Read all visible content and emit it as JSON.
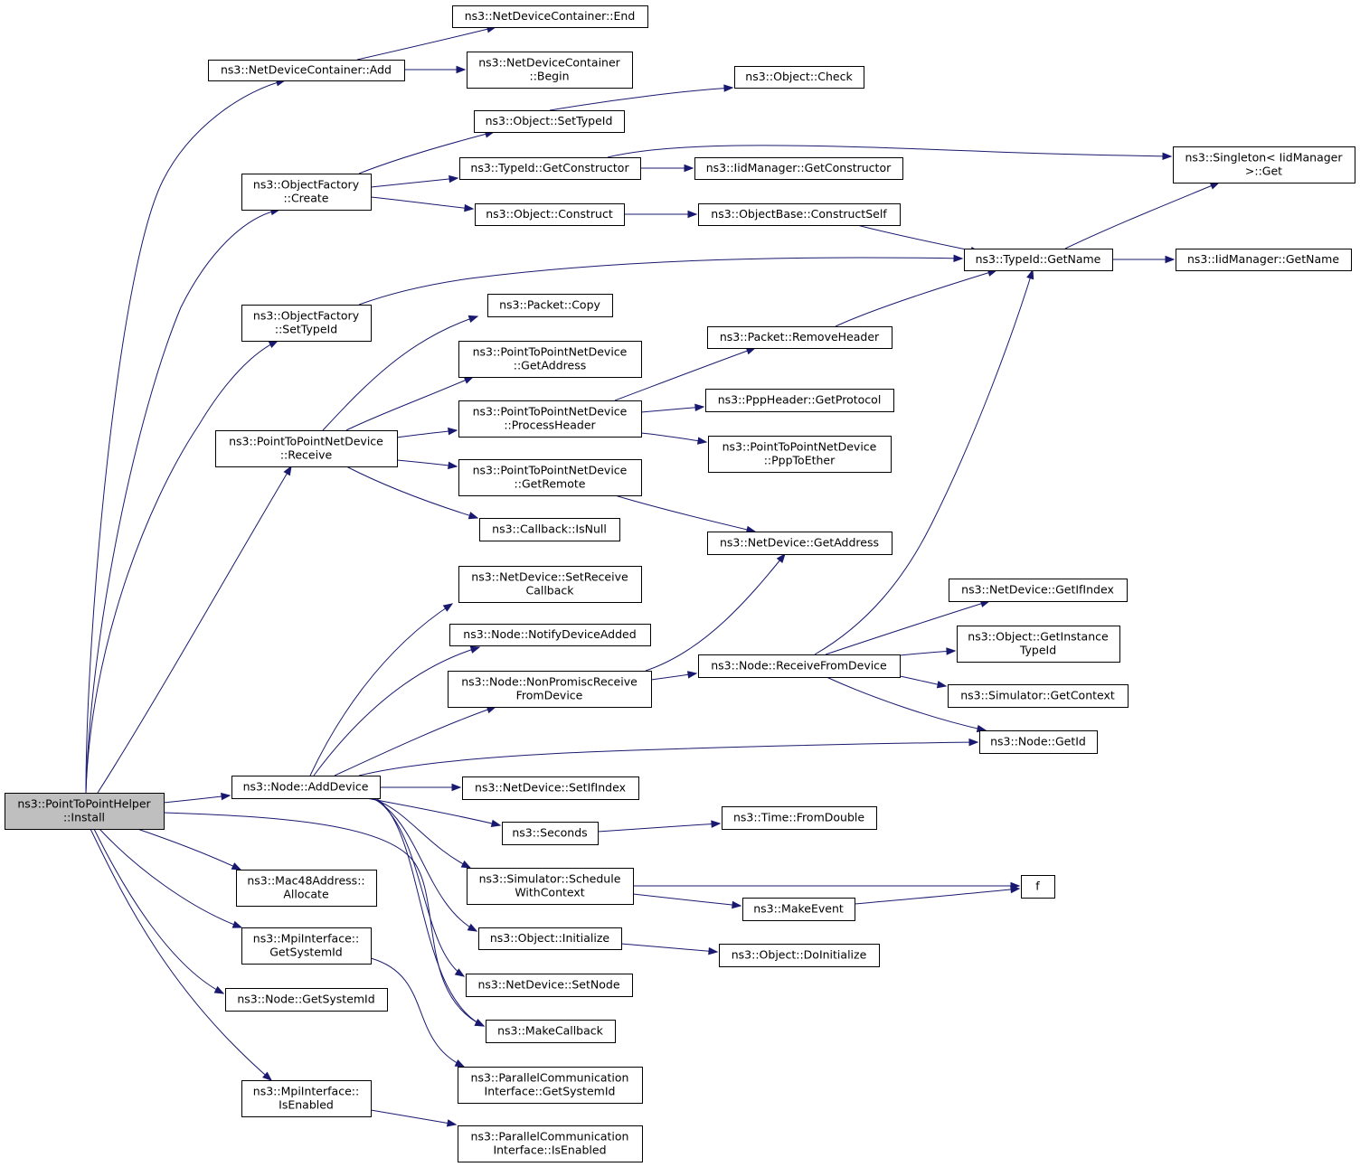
{
  "colors": {
    "edge": "#191970",
    "root_fill": "#bfbfbf",
    "node_fill": "#ffffff",
    "node_border": "#000000",
    "truncated_border": "#ff0000"
  },
  "nodes": [
    {
      "id": "install",
      "lines": [
        "ns3::PointToPointHelper",
        "::Install"
      ],
      "kind": "root"
    },
    {
      "id": "ndc_add",
      "lines": [
        "ns3::NetDeviceContainer::Add"
      ],
      "kind": "normal"
    },
    {
      "id": "ndc_end",
      "lines": [
        "ns3::NetDeviceContainer::End"
      ],
      "kind": "normal"
    },
    {
      "id": "ndc_begin",
      "lines": [
        "ns3::NetDeviceContainer",
        "::Begin"
      ],
      "kind": "normal"
    },
    {
      "id": "obj_check",
      "lines": [
        "ns3::Object::Check"
      ],
      "kind": "truncated"
    },
    {
      "id": "obj_settypeid",
      "lines": [
        "ns3::Object::SetTypeId"
      ],
      "kind": "normal"
    },
    {
      "id": "of_create",
      "lines": [
        "ns3::ObjectFactory",
        "::Create"
      ],
      "kind": "normal"
    },
    {
      "id": "tid_getctor",
      "lines": [
        "ns3::TypeId::GetConstructor"
      ],
      "kind": "normal"
    },
    {
      "id": "iid_getctor",
      "lines": [
        "ns3::IidManager::GetConstructor"
      ],
      "kind": "truncated"
    },
    {
      "id": "singleton_get",
      "lines": [
        "ns3::Singleton< IidManager",
        ">::Get"
      ],
      "kind": "normal"
    },
    {
      "id": "obj_construct",
      "lines": [
        "ns3::Object::Construct"
      ],
      "kind": "normal"
    },
    {
      "id": "ob_constructself",
      "lines": [
        "ns3::ObjectBase::ConstructSelf"
      ],
      "kind": "truncated"
    },
    {
      "id": "tid_getname",
      "lines": [
        "ns3::TypeId::GetName"
      ],
      "kind": "normal"
    },
    {
      "id": "iid_getname",
      "lines": [
        "ns3::IidManager::GetName"
      ],
      "kind": "truncated"
    },
    {
      "id": "of_settypeid",
      "lines": [
        "ns3::ObjectFactory",
        "::SetTypeId"
      ],
      "kind": "normal"
    },
    {
      "id": "pkt_copy",
      "lines": [
        "ns3::Packet::Copy"
      ],
      "kind": "normal"
    },
    {
      "id": "pkt_removeheader",
      "lines": [
        "ns3::Packet::RemoveHeader"
      ],
      "kind": "truncated"
    },
    {
      "id": "p2p_getaddress",
      "lines": [
        "ns3::PointToPointNetDevice",
        "::GetAddress"
      ],
      "kind": "normal"
    },
    {
      "id": "p2p_processheader",
      "lines": [
        "ns3::PointToPointNetDevice",
        "::ProcessHeader"
      ],
      "kind": "normal"
    },
    {
      "id": "ppp_getprotocol",
      "lines": [
        "ns3::PppHeader::GetProtocol"
      ],
      "kind": "normal"
    },
    {
      "id": "p2p_receive",
      "lines": [
        "ns3::PointToPointNetDevice",
        "::Receive"
      ],
      "kind": "normal"
    },
    {
      "id": "p2p_ppptoether",
      "lines": [
        "ns3::PointToPointNetDevice",
        "::PppToEther"
      ],
      "kind": "normal"
    },
    {
      "id": "p2p_getremote",
      "lines": [
        "ns3::PointToPointNetDevice",
        "::GetRemote"
      ],
      "kind": "normal"
    },
    {
      "id": "cb_isnull",
      "lines": [
        "ns3::Callback::IsNull"
      ],
      "kind": "normal"
    },
    {
      "id": "nd_getaddress",
      "lines": [
        "ns3::NetDevice::GetAddress"
      ],
      "kind": "normal"
    },
    {
      "id": "nd_setreceivecb",
      "lines": [
        "ns3::NetDevice::SetReceive",
        "Callback"
      ],
      "kind": "normal"
    },
    {
      "id": "nd_getifindex",
      "lines": [
        "ns3::NetDevice::GetIfIndex"
      ],
      "kind": "normal"
    },
    {
      "id": "node_notify",
      "lines": [
        "ns3::Node::NotifyDeviceAdded"
      ],
      "kind": "normal"
    },
    {
      "id": "obj_getinstancetid",
      "lines": [
        "ns3::Object::GetInstance",
        "TypeId"
      ],
      "kind": "normal"
    },
    {
      "id": "node_nonpromisc",
      "lines": [
        "ns3::Node::NonPromiscReceive",
        "FromDevice"
      ],
      "kind": "normal"
    },
    {
      "id": "node_recvfromdev",
      "lines": [
        "ns3::Node::ReceiveFromDevice"
      ],
      "kind": "truncated"
    },
    {
      "id": "sim_getcontext",
      "lines": [
        "ns3::Simulator::GetContext"
      ],
      "kind": "truncated"
    },
    {
      "id": "node_getid",
      "lines": [
        "ns3::Node::GetId"
      ],
      "kind": "normal"
    },
    {
      "id": "node_adddevice",
      "lines": [
        "ns3::Node::AddDevice"
      ],
      "kind": "normal"
    },
    {
      "id": "nd_setifindex",
      "lines": [
        "ns3::NetDevice::SetIfIndex"
      ],
      "kind": "normal"
    },
    {
      "id": "seconds",
      "lines": [
        "ns3::Seconds"
      ],
      "kind": "normal"
    },
    {
      "id": "time_fromdouble",
      "lines": [
        "ns3::Time::FromDouble"
      ],
      "kind": "truncated"
    },
    {
      "id": "mac48_allocate",
      "lines": [
        "ns3::Mac48Address::",
        "Allocate"
      ],
      "kind": "normal"
    },
    {
      "id": "sim_schedctx",
      "lines": [
        "ns3::Simulator::Schedule",
        "WithContext"
      ],
      "kind": "normal"
    },
    {
      "id": "f",
      "lines": [
        "f"
      ],
      "kind": "normal"
    },
    {
      "id": "makeevent",
      "lines": [
        "ns3::MakeEvent"
      ],
      "kind": "normal"
    },
    {
      "id": "mpi_getsysid",
      "lines": [
        "ns3::MpiInterface::",
        "GetSystemId"
      ],
      "kind": "normal"
    },
    {
      "id": "obj_initialize",
      "lines": [
        "ns3::Object::Initialize"
      ],
      "kind": "normal"
    },
    {
      "id": "obj_doinitialize",
      "lines": [
        "ns3::Object::DoInitialize"
      ],
      "kind": "normal"
    },
    {
      "id": "node_getsysid",
      "lines": [
        "ns3::Node::GetSystemId"
      ],
      "kind": "normal"
    },
    {
      "id": "nd_setnode",
      "lines": [
        "ns3::NetDevice::SetNode"
      ],
      "kind": "normal"
    },
    {
      "id": "makecallback",
      "lines": [
        "ns3::MakeCallback"
      ],
      "kind": "normal"
    },
    {
      "id": "pci_getsysid",
      "lines": [
        "ns3::ParallelCommunication",
        "Interface::GetSystemId"
      ],
      "kind": "normal"
    },
    {
      "id": "mpi_isenabled",
      "lines": [
        "ns3::MpiInterface::",
        "IsEnabled"
      ],
      "kind": "normal"
    },
    {
      "id": "pci_isenabled",
      "lines": [
        "ns3::ParallelCommunication",
        "Interface::IsEnabled"
      ],
      "kind": "normal"
    }
  ],
  "edges": [
    [
      "install",
      "ndc_add"
    ],
    [
      "ndc_add",
      "ndc_end"
    ],
    [
      "ndc_add",
      "ndc_begin"
    ],
    [
      "install",
      "of_create"
    ],
    [
      "of_create",
      "obj_settypeid"
    ],
    [
      "obj_settypeid",
      "obj_check"
    ],
    [
      "of_create",
      "tid_getctor"
    ],
    [
      "tid_getctor",
      "iid_getctor"
    ],
    [
      "tid_getctor",
      "singleton_get"
    ],
    [
      "of_create",
      "obj_construct"
    ],
    [
      "obj_construct",
      "ob_constructself"
    ],
    [
      "ob_constructself",
      "tid_getname"
    ],
    [
      "tid_getname",
      "singleton_get"
    ],
    [
      "tid_getname",
      "iid_getname"
    ],
    [
      "install",
      "of_settypeid"
    ],
    [
      "of_settypeid",
      "tid_getname"
    ],
    [
      "install",
      "p2p_receive"
    ],
    [
      "p2p_receive",
      "pkt_copy"
    ],
    [
      "p2p_receive",
      "p2p_getaddress"
    ],
    [
      "p2p_receive",
      "p2p_processheader"
    ],
    [
      "p2p_processheader",
      "pkt_removeheader"
    ],
    [
      "pkt_removeheader",
      "tid_getname"
    ],
    [
      "p2p_processheader",
      "ppp_getprotocol"
    ],
    [
      "p2p_processheader",
      "p2p_ppptoether"
    ],
    [
      "p2p_receive",
      "p2p_getremote"
    ],
    [
      "p2p_getremote",
      "nd_getaddress"
    ],
    [
      "p2p_receive",
      "cb_isnull"
    ],
    [
      "install",
      "node_adddevice"
    ],
    [
      "node_adddevice",
      "nd_setreceivecb"
    ],
    [
      "node_adddevice",
      "node_notify"
    ],
    [
      "node_adddevice",
      "node_nonpromisc"
    ],
    [
      "node_nonpromisc",
      "nd_getaddress"
    ],
    [
      "node_nonpromisc",
      "node_recvfromdev"
    ],
    [
      "node_recvfromdev",
      "tid_getname"
    ],
    [
      "node_recvfromdev",
      "nd_getifindex"
    ],
    [
      "node_recvfromdev",
      "obj_getinstancetid"
    ],
    [
      "node_recvfromdev",
      "sim_getcontext"
    ],
    [
      "node_recvfromdev",
      "node_getid"
    ],
    [
      "node_adddevice",
      "node_getid"
    ],
    [
      "node_adddevice",
      "nd_setifindex"
    ],
    [
      "node_adddevice",
      "seconds"
    ],
    [
      "seconds",
      "time_fromdouble"
    ],
    [
      "node_adddevice",
      "sim_schedctx"
    ],
    [
      "sim_schedctx",
      "f"
    ],
    [
      "sim_schedctx",
      "makeevent"
    ],
    [
      "makeevent",
      "f"
    ],
    [
      "node_adddevice",
      "obj_initialize"
    ],
    [
      "obj_initialize",
      "obj_doinitialize"
    ],
    [
      "node_adddevice",
      "nd_setnode"
    ],
    [
      "node_adddevice",
      "makecallback"
    ],
    [
      "install",
      "makecallback"
    ],
    [
      "install",
      "mac48_allocate"
    ],
    [
      "install",
      "mpi_getsysid"
    ],
    [
      "mpi_getsysid",
      "pci_getsysid"
    ],
    [
      "install",
      "node_getsysid"
    ],
    [
      "install",
      "mpi_isenabled"
    ],
    [
      "mpi_isenabled",
      "pci_isenabled"
    ]
  ]
}
